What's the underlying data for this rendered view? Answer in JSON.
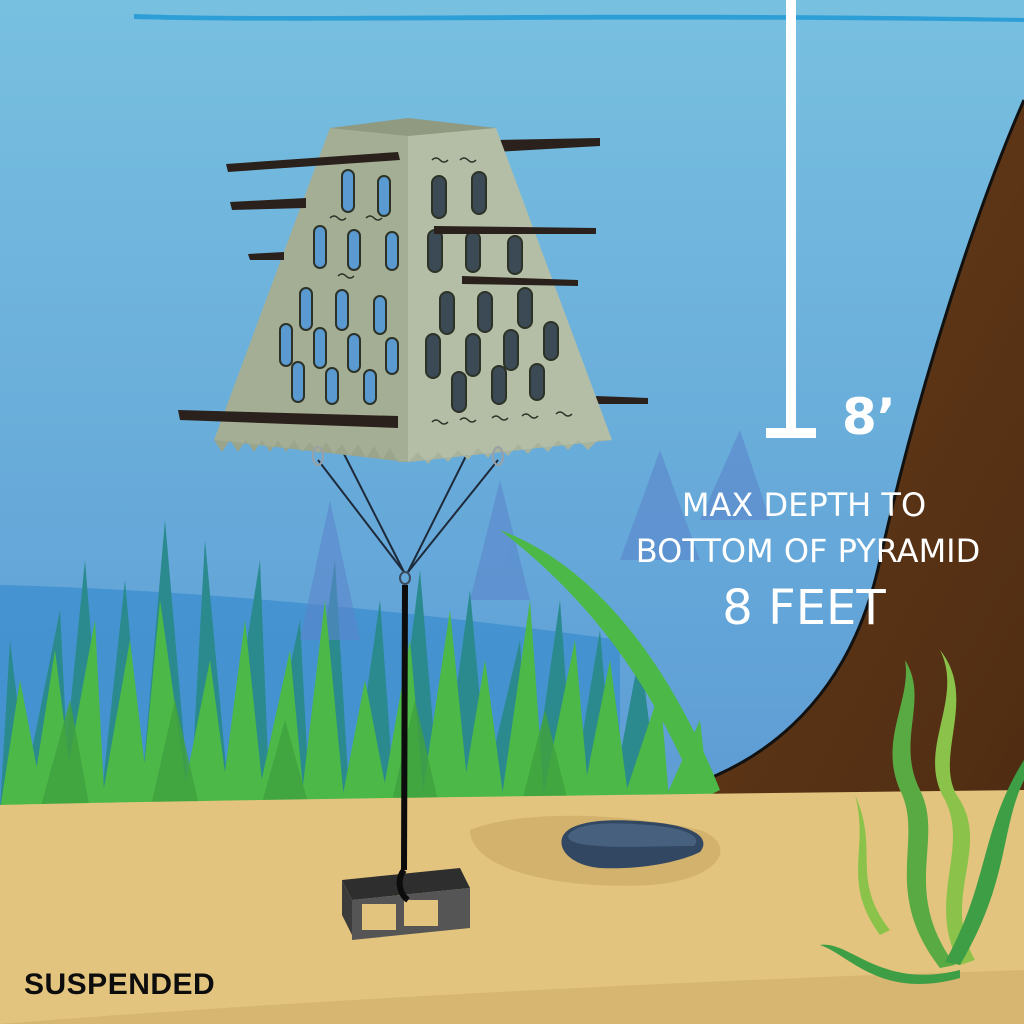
{
  "scene": {
    "depth_marker": {
      "label": "8’"
    },
    "caption": {
      "line1": "MAX DEPTH TO",
      "line2": "BOTTOM OF PYRAMID",
      "line3": "8 FEET"
    },
    "mode_label": "SUSPENDED",
    "objects": {
      "structure": "fish-attractor-pyramid",
      "anchor": "cinder-block",
      "line": "rope-bridle",
      "rock": "rock",
      "plant": "kelp-seaweed"
    },
    "colors": {
      "water_top": "#74bde0",
      "water_bottom": "#5b9bd3",
      "surface_line": "#2e9fd6",
      "sand": "#e2c47e",
      "sand_shadow": "#d2b26c",
      "bank": "#5a3415",
      "grass_light": "#4cb848",
      "grass_dark": "#2a8a8e",
      "pyramid": "#a8b39a",
      "shelf": "#2b211c",
      "block": "#4a4a4a",
      "rock": "#3f5670",
      "label_text": "#ffffff",
      "mode_text": "#0d0d0d"
    }
  }
}
